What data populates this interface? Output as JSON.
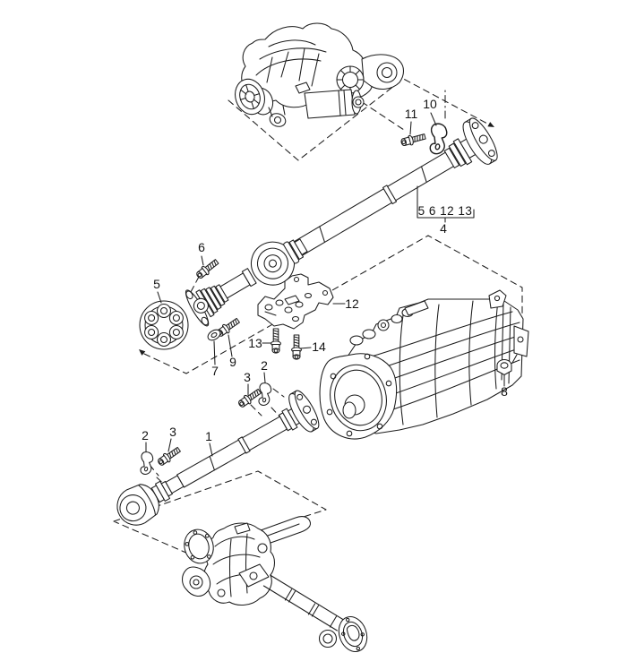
{
  "diagram": {
    "background_color": "#ffffff",
    "line_color": "#1c1c1c",
    "group_label": "5 6 12 13",
    "callouts": {
      "c1": "1",
      "c2": "2",
      "c3": "3",
      "c4": "4",
      "c5": "5",
      "c6": "6",
      "c7": "7",
      "c8": "8",
      "c9": "9",
      "c10": "10",
      "c11": "11",
      "c12": "12",
      "c13": "13",
      "c14": "14"
    }
  }
}
